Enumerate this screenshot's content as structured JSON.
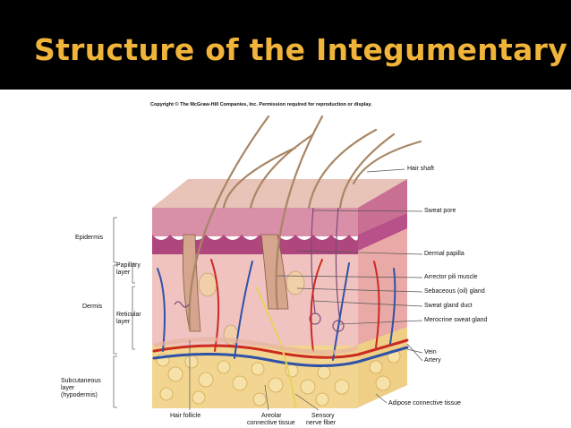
{
  "slide": {
    "title": "Structure of the Integumentary",
    "copyright": "Copyright © The McGraw-Hill Companies, Inc. Permission required for reproduction or display."
  },
  "left_labels": {
    "epidermis": "Epidermis",
    "papillary_layer": [
      "Papillary",
      "layer"
    ],
    "dermis": "Dermis",
    "reticular_layer": [
      "Reticular",
      "layer"
    ],
    "subcutaneous": [
      "Subcutaneous",
      "layer",
      "(hypodermis)"
    ]
  },
  "right_labels": [
    "Hair shaft",
    "Sweat pore",
    "Dermal papilla",
    "Arrector pili muscle",
    "Sebaceous (oil) gland",
    "Sweat gland duct",
    "Merocrine sweat gland",
    "Vein",
    "Artery",
    "Adipose connective tissue"
  ],
  "bottom_labels": {
    "hair_follicle": "Hair follicle",
    "areolar": [
      "Areolar",
      "connective tissue"
    ],
    "sensory": [
      "Sensory",
      "nerve fiber"
    ]
  },
  "colors": {
    "title_text": "#f0b43a",
    "title_bar": "#000000",
    "epidermis": "#d98fa8",
    "dermis": "#f0c3c0",
    "hypodermis": "#f2d590",
    "artery": "#cc2a22",
    "vein": "#2f52a8"
  }
}
